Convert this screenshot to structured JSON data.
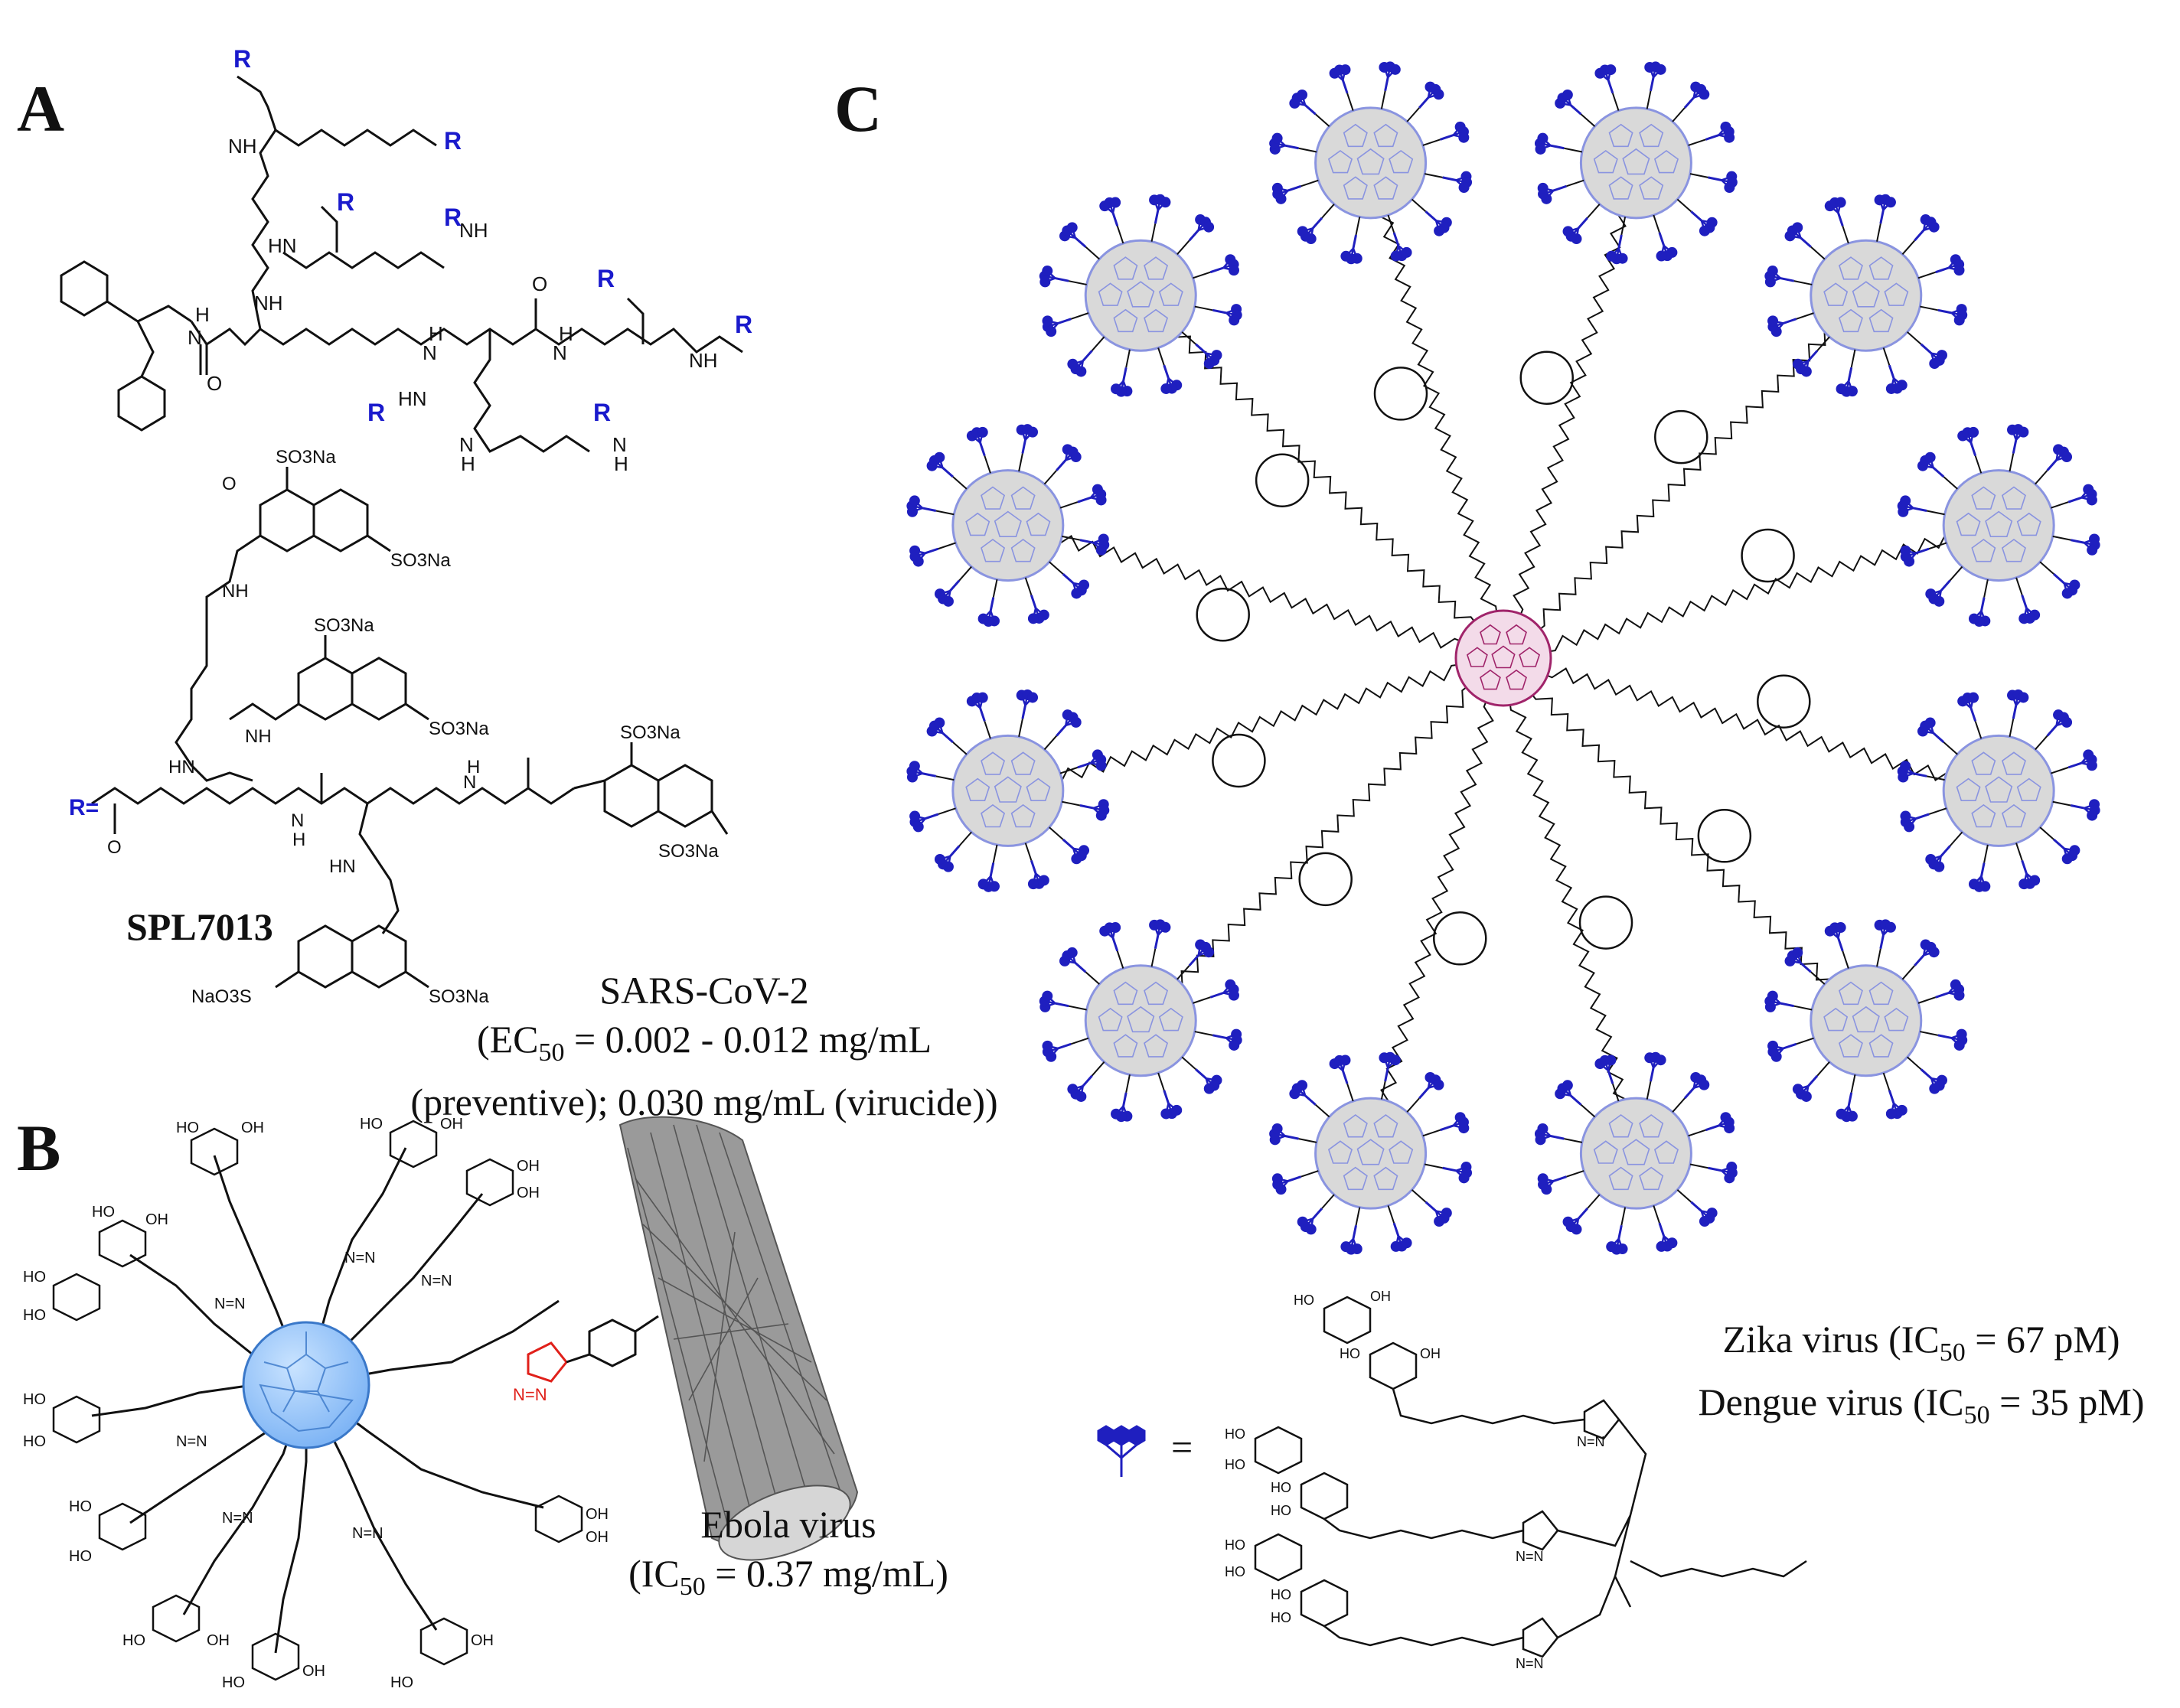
{
  "panels": {
    "a": {
      "letter": "A",
      "compound_name": "SPL7013",
      "r_group": "R",
      "r_equals": "R=",
      "nh": "NH",
      "hn": "HN",
      "h": "H",
      "n": "N",
      "o": "O",
      "so3na": "SO3Na",
      "naso3": "NaO3S",
      "caption": {
        "virus": "SARS-CoV-2",
        "line2_prefix": "(EC",
        "line2_sub": "50",
        "line2_suffix": " = 0.002 - 0.012 mg/mL",
        "line3": "(preventive); 0.030 mg/mL (virucide))"
      }
    },
    "b": {
      "letter": "B",
      "caption": {
        "virus": "Ebola virus",
        "line2_prefix": "(IC",
        "line2_sub": "50",
        "line2_suffix": " = 0.37 mg/mL)"
      }
    },
    "c": {
      "letter": "C",
      "legend_equals": "=",
      "caption": {
        "line1_prefix": "Zika virus (IC",
        "line1_sub": "50",
        "line1_suffix": " = 67 pM)",
        "line2_prefix": "Dengue virus (IC",
        "line2_sub": "50",
        "line2_suffix": " = 35 pM)"
      }
    }
  },
  "colors": {
    "r_group_blue": "#1a1acc",
    "dendron_blue": "#1f1fbf",
    "fullerene_fill": "#d9d9d9",
    "fullerene_cage": "#8a94e0",
    "core_fullerene": "#a0246a",
    "c60_blue_fill": "#9ecbff",
    "triazole_red": "#e0201a",
    "bond": "#111111"
  }
}
